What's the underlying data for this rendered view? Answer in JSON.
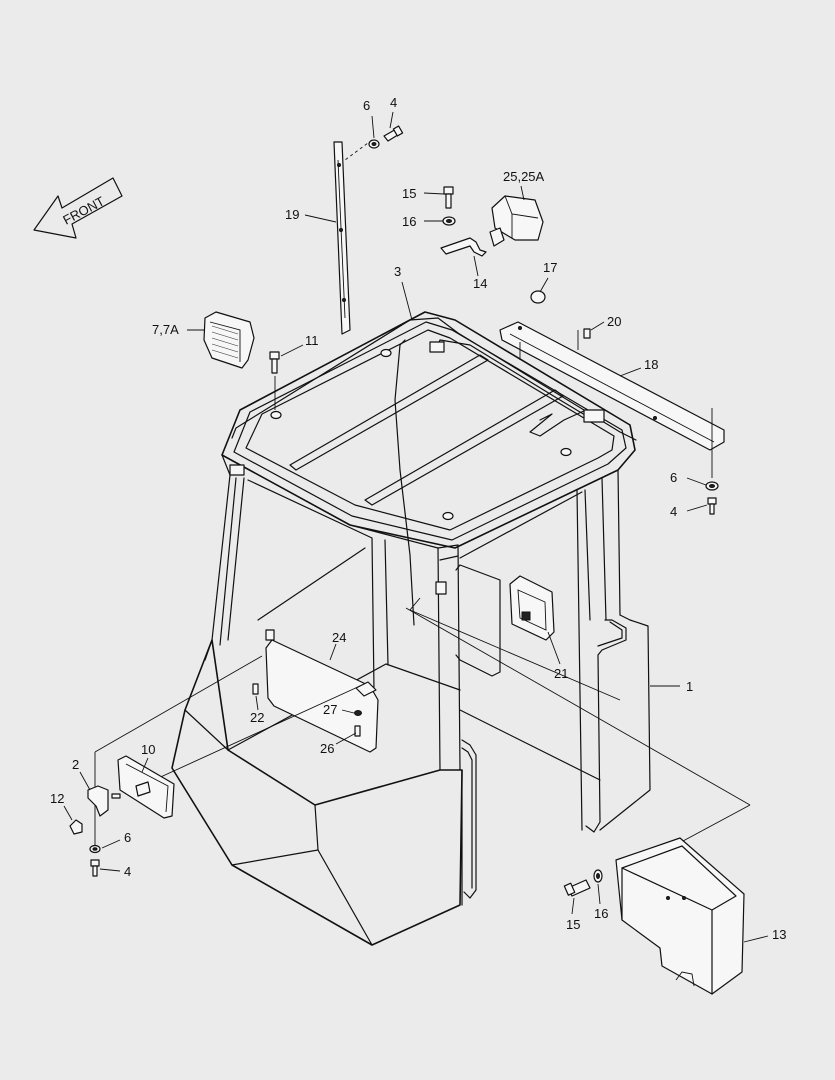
{
  "figure": {
    "front_label": "FRONT",
    "callouts": [
      "1",
      "2",
      "3",
      "4",
      "4",
      "4",
      "6",
      "6",
      "6",
      "7,7A",
      "10",
      "11",
      "12",
      "13",
      "14",
      "15",
      "15",
      "16",
      "16",
      "17",
      "18",
      "19",
      "20",
      "21",
      "22",
      "24",
      "25,25A",
      "26",
      "27"
    ]
  },
  "callout_labels": {
    "c1": "1",
    "c2": "2",
    "c3": "3",
    "c4a": "4",
    "c4b": "4",
    "c4c": "4",
    "c6a": "6",
    "c6b": "6",
    "c6c": "6",
    "c7": "7,7A",
    "c10": "10",
    "c11": "11",
    "c12": "12",
    "c13": "13",
    "c14": "14",
    "c15a": "15",
    "c15b": "15",
    "c16a": "16",
    "c16b": "16",
    "c17": "17",
    "c18": "18",
    "c19": "19",
    "c20": "20",
    "c21": "21",
    "c22": "22",
    "c24": "24",
    "c25": "25,25A",
    "c26": "26",
    "c27": "27"
  }
}
